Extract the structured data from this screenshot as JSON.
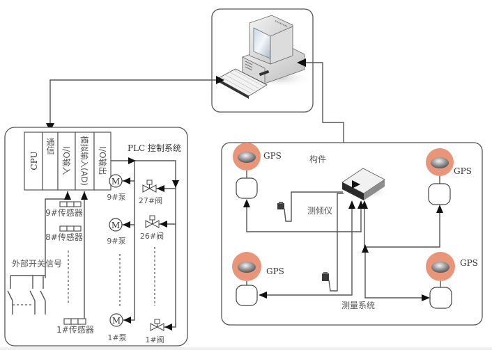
{
  "plc_panel": {
    "title": "PLC 控制系统",
    "modules": [
      {
        "name": "cpu",
        "label": "CPU"
      },
      {
        "name": "comm",
        "label": "通信"
      },
      {
        "name": "io-input",
        "label": "I/O输入"
      },
      {
        "name": "analog-input",
        "label": "模拟输入(AD)"
      },
      {
        "name": "io-output",
        "label": "I/O输出"
      }
    ],
    "sensors": [
      {
        "label": "9#传感器"
      },
      {
        "label": "8#传感器"
      },
      {
        "label": "1#传感器"
      }
    ],
    "external_switch_label": "外部开关信号",
    "pumps": [
      {
        "symbol": "M",
        "label": "9#泵"
      },
      {
        "symbol": "M",
        "label": "9#泵"
      },
      {
        "symbol": "M",
        "label": "1#泵"
      }
    ],
    "valves": [
      {
        "label": "27#阀"
      },
      {
        "label": "26#阀"
      },
      {
        "label": "1#阀"
      }
    ]
  },
  "measurement_panel": {
    "title": "测量系统",
    "component_label": "构件",
    "inclinometer_label": "测倾仪",
    "gps_label": "GPS",
    "gps_nodes": [
      {
        "position": "top-left",
        "label": "GPS"
      },
      {
        "position": "top-right",
        "label": "GPS"
      },
      {
        "position": "bottom-left",
        "label": "GPS"
      },
      {
        "position": "bottom-right",
        "label": "GPS"
      }
    ]
  },
  "colors": {
    "gps_halo": "#e8957a",
    "line": "#555555",
    "arrow": "#111111"
  }
}
